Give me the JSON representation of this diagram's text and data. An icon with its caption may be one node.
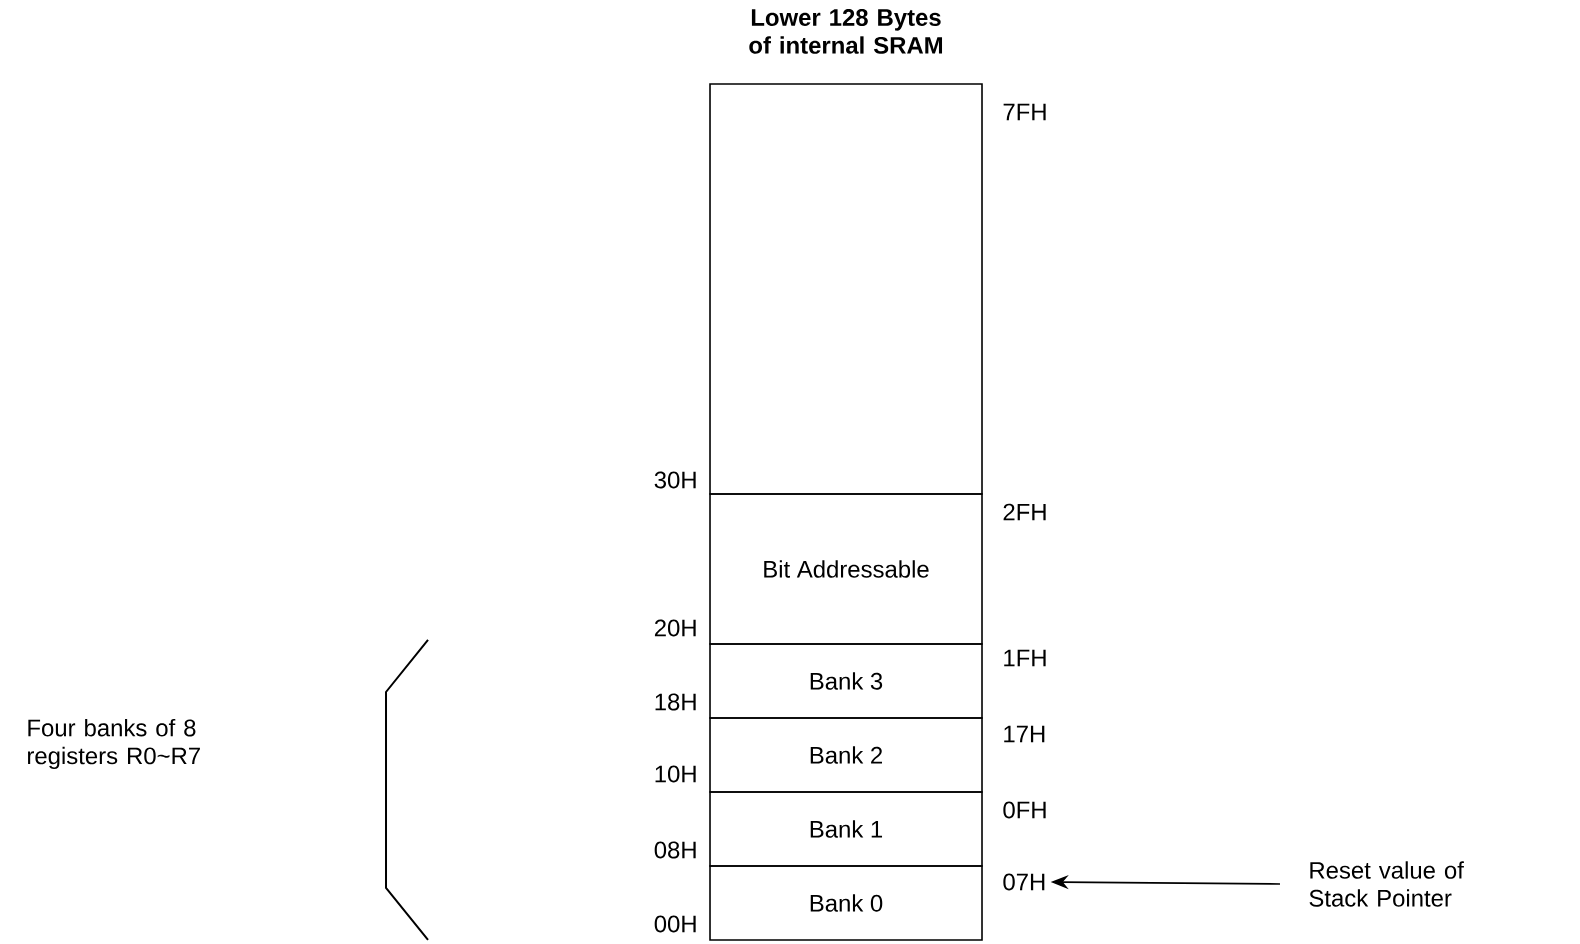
{
  "diagram": {
    "title": "Lower 128 Bytes of internal SRAM",
    "nodes": [
      {
        "text": [],
        "shape": "box"
      },
      {
        "text": [
          "Bit Addressable"
        ]
      },
      {
        "text": [
          "Bank 3"
        ]
      },
      {
        "text": [
          "Bank 2"
        ]
      },
      {
        "text": [
          "Bank 1"
        ]
      },
      {
        "text": [
          "Bank 0"
        ]
      },
      {
        "text": [
          "Reset value of Stack Pointer"
        ]
      },
      {
        "text": [
          "07H"
        ]
      }
    ],
    "edges": [
      {
        "from": 6,
        "to": 7,
        "arrow": "to"
      }
    ],
    "labels": [
      "7FH",
      "30H",
      "2FH",
      "20H",
      "1FH",
      "18H",
      "17H",
      "Four banks of 8 registers R0~R7",
      "10H",
      "0FH",
      "08H",
      "00H"
    ]
  }
}
